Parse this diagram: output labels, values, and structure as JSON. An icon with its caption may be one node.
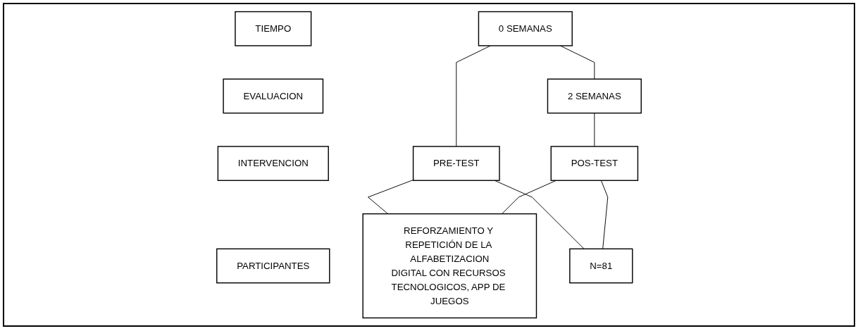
{
  "diagram": {
    "nodes": [
      {
        "text": [
          "TIEMPO"
        ]
      },
      {
        "text": [
          "EVALUACION"
        ]
      },
      {
        "text": [
          "INTERVENCION"
        ]
      },
      {
        "text": [
          "PARTICIPANTES"
        ]
      },
      {
        "text": [
          "0 SEMANAS"
        ]
      },
      {
        "text": [
          "2 SEMANAS"
        ]
      },
      {
        "text": [
          "PRE-TEST"
        ]
      },
      {
        "text": [
          "POS-TEST"
        ]
      },
      {
        "text": [
          "REFORZAMIENTO Y REPETICIÓN DE LA ALFABETIZACION DIGITAL CON RECURSOS TECNOLOGICOS, APP DE JUEGOS"
        ]
      },
      {
        "text": [
          "N=81"
        ]
      }
    ],
    "edges": [
      {
        "from": 4,
        "to": 5,
        "arrow": "none"
      },
      {
        "from": 4,
        "to": 6,
        "arrow": "none"
      },
      {
        "from": 5,
        "to": 7,
        "arrow": "none"
      },
      {
        "from": 6,
        "to": 8,
        "arrow": "none"
      },
      {
        "from": 7,
        "to": 8,
        "arrow": "none"
      },
      {
        "from": 6,
        "to": 9,
        "arrow": "none"
      },
      {
        "from": 7,
        "to": 9,
        "arrow": "none"
      }
    ]
  }
}
